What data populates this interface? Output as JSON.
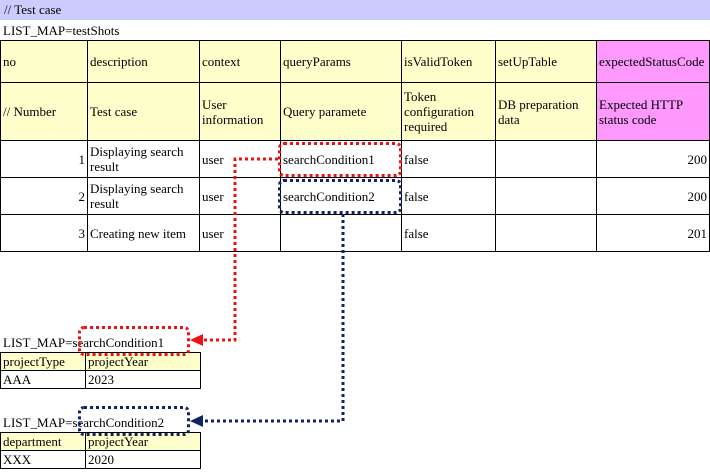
{
  "title": "// Test case",
  "main_list": {
    "label": "LIST_MAP=testShots",
    "header": [
      "no",
      "description",
      "context",
      "queryParams",
      "isValidToken",
      "setUpTable",
      "expectedStatusCode"
    ],
    "subheader": [
      "// Number",
      "Test case",
      "User information",
      "Query paramete",
      "Token configuration required",
      "DB preparation data",
      "Expected HTTP status code"
    ],
    "rows": [
      {
        "no": "1",
        "description": "Displaying search result",
        "context": "user",
        "queryParams": "searchCondition1",
        "isValidToken": "false",
        "setUpTable": "",
        "expected": "200"
      },
      {
        "no": "2",
        "description": "Displaying search result",
        "context": "user",
        "queryParams": "searchCondition2",
        "isValidToken": "false",
        "setUpTable": "",
        "expected": "200"
      },
      {
        "no": "3",
        "description": "Creating new item",
        "context": "user",
        "queryParams": "",
        "isValidToken": "false",
        "setUpTable": "",
        "expected": "201"
      }
    ]
  },
  "cond1": {
    "label_prefix": "LIST_MAP=",
    "label_name": "searchCondition1",
    "header": [
      "projectType",
      "projectYear"
    ],
    "row": [
      "AAA",
      "2023"
    ]
  },
  "cond2": {
    "label_prefix": "LIST_MAP=",
    "label_name": "searchCondition2",
    "header": [
      "department",
      "projectYear"
    ],
    "row": [
      "XXX",
      "2020"
    ]
  },
  "colors": {
    "title_bg": "#ccccff",
    "header_bg": "#ffffcc",
    "expected_bg": "#ff99ff",
    "red_arrow": "#ee1111",
    "navy_arrow": "#112266"
  }
}
